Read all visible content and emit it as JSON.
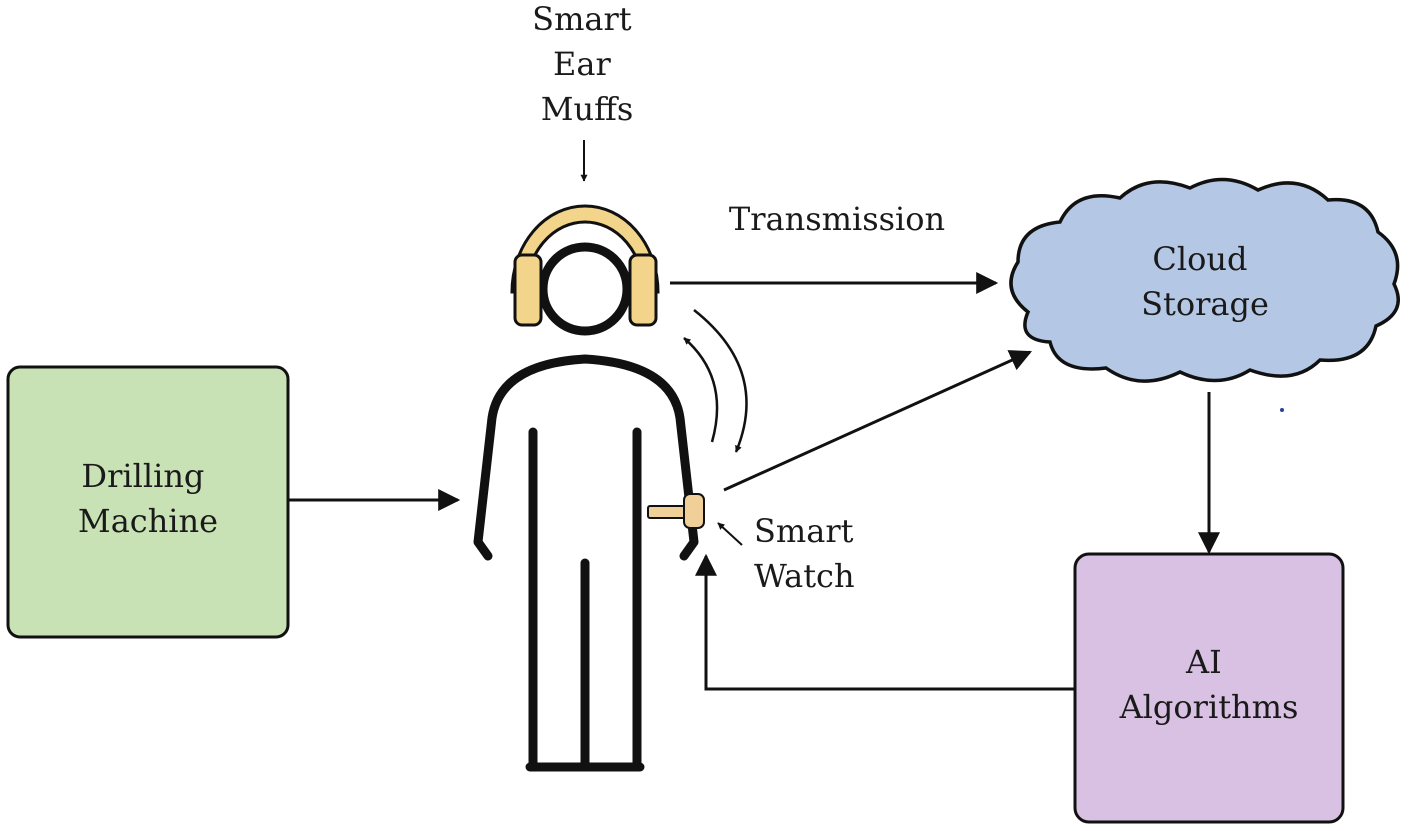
{
  "nodes": {
    "drilling_machine": {
      "lines": [
        "Drilling",
        "Machine"
      ],
      "fill": "#c9e2b5"
    },
    "cloud_storage": {
      "lines": [
        "Cloud",
        "Storage"
      ],
      "fill": "#b4c8e6"
    },
    "ai_algorithms": {
      "lines": [
        "AI",
        "Algorithms"
      ],
      "fill": "#d8c1e2"
    }
  },
  "labels": {
    "smart_ear_muffs": [
      "Smart",
      "Ear",
      "Muffs"
    ],
    "smart_watch": [
      "Smart",
      "Watch"
    ],
    "transmission": "Transmission"
  },
  "colors": {
    "headphone_fill": "#f2d58a",
    "watch_fill": "#f0cf98",
    "stroke": "#111111"
  }
}
